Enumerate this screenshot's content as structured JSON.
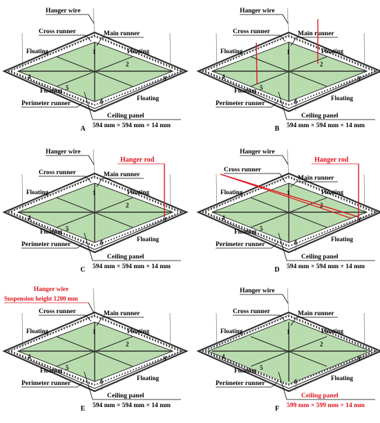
{
  "colors": {
    "panel": "#b9dcae",
    "frame": "#2f2f2f",
    "highlight": "#e0141e",
    "leader": "#000000",
    "wire": "#777777"
  },
  "panels": [
    {
      "letter": "A",
      "labels": {
        "hanger_wire": "Hanger wire",
        "cross_runner": "Cross runner",
        "main_runner": "Main runner",
        "floating_nw": "Floating",
        "floating_ne": "Floating",
        "floating_sw": "Floating",
        "floating_se": "Floating",
        "perimeter_runner": "Perimeter runner",
        "ceiling_panel": "Ceiling panel",
        "dims": "594 mm × 594 mm × 14 mm"
      },
      "points": [
        "1",
        "2",
        "3",
        "4",
        "5",
        "6"
      ]
    },
    {
      "letter": "B",
      "labels": {
        "hanger_wire": "Hanger wire",
        "cross_runner": "Cross runner",
        "main_runner": "Main runner",
        "floating_nw": "Floating",
        "floating_ne": "Floating",
        "floating_sw": "Floating",
        "floating_se": "Floating",
        "perimeter_runner": "Perimeter runner",
        "ceiling_panel": "Ceiling panel",
        "dims": "594 mm × 594 mm × 14 mm"
      },
      "points": [
        "1",
        "2",
        "3",
        "4",
        "5",
        "6"
      ]
    },
    {
      "letter": "C",
      "labels": {
        "hanger_wire": "Hanger wire",
        "hanger_rod": "Hanger rod",
        "cross_runner": "Cross runner",
        "main_runner": "Main runner",
        "floating_nw": "Floating",
        "floating_ne": "Floating",
        "floating_sw": "Floating",
        "floating_se": "Floating",
        "perimeter_runner": "Perimeter runner",
        "ceiling_panel": "Ceiling panel",
        "dims": "594 mm × 594 mm × 14 mm"
      },
      "points": [
        "1",
        "2",
        "3",
        "4",
        "5",
        "6"
      ]
    },
    {
      "letter": "D",
      "labels": {
        "hanger_wire": "Hanger wire",
        "hanger_rod": "Hanger rod",
        "cross_runner": "Cross runner",
        "main_runner": "Main runner",
        "floating_nw": "Floating",
        "floating_ne": "Floating",
        "floating_sw": "Floating",
        "floating_se": "Floating",
        "perimeter_runner": "Perimeter runner",
        "ceiling_panel": "Ceiling panel",
        "dims": "594 mm × 594 mm × 14 mm"
      },
      "points": [
        "1",
        "2",
        "3",
        "4",
        "5",
        "6"
      ]
    },
    {
      "letter": "E",
      "labels": {
        "hanger_wire": "Hanger wire",
        "suspension": "Suspension height 1200 mm",
        "cross_runner": "Cross runner",
        "main_runner": "Main runner",
        "floating_nw": "Floating",
        "floating_ne": "Floating",
        "floating_sw": "Floating",
        "floating_se": "Floating",
        "perimeter_runner": "Perimeter runner",
        "ceiling_panel": "Ceiling panel",
        "dims": "594 mm × 594 mm × 14 mm"
      },
      "points": [
        "1",
        "2",
        "3",
        "4",
        "5",
        "6"
      ]
    },
    {
      "letter": "F",
      "labels": {
        "hanger_wire": "Hanger wire",
        "cross_runner": "Cross runner",
        "main_runner": "Main runner",
        "floating_nw": "Floating",
        "floating_ne": "Floating",
        "floating_sw": "Floating",
        "floating_se": "Floating",
        "perimeter_runner": "Perimeter runner",
        "ceiling_panel": "Ceiling panel",
        "dims": "599 mm × 599 mm × 14 mm"
      },
      "points": [
        "1",
        "2",
        "3",
        "4",
        "5",
        "6"
      ]
    }
  ]
}
